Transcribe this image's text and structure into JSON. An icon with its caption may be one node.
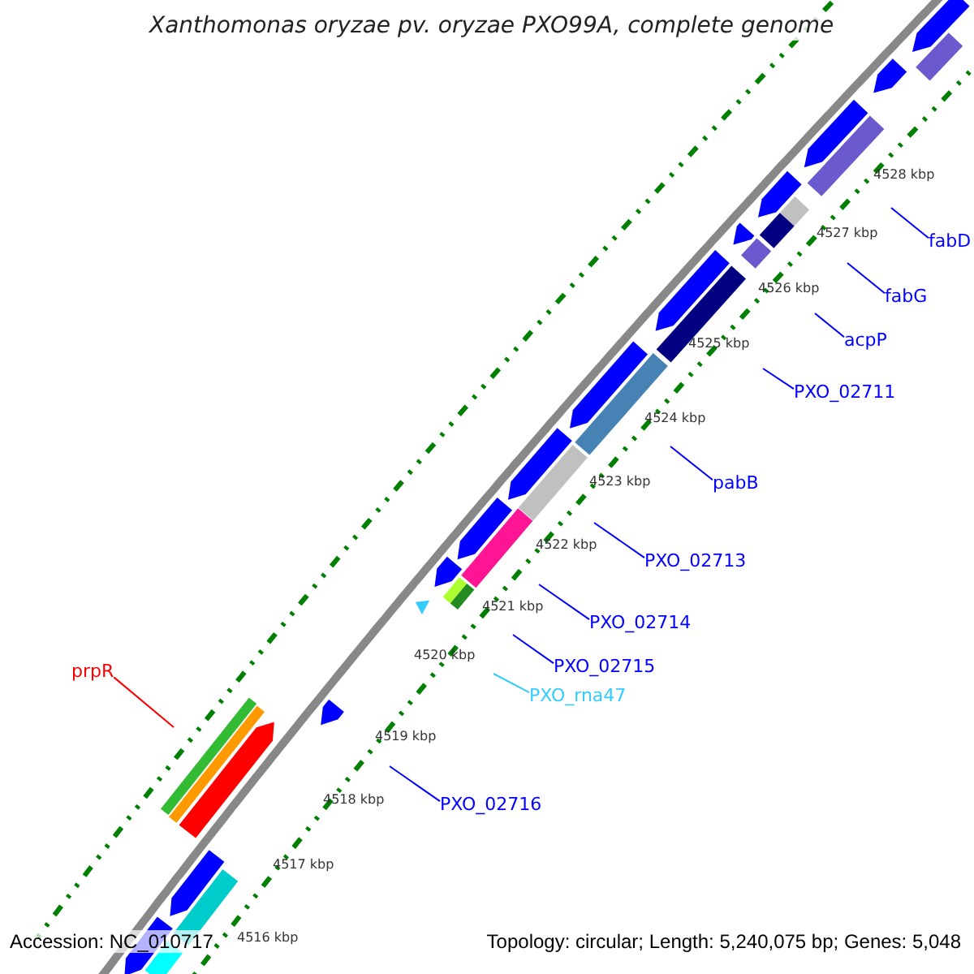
{
  "diagram": {
    "title": "Xanthomonas oryzae pv. oryzae PXO99A, complete genome",
    "nodes": [
      {
        "text": [
          "fabD"
        ]
      },
      {
        "text": [
          "fabG"
        ]
      },
      {
        "text": [
          "acpP"
        ]
      },
      {
        "text": [
          "PXO_02711"
        ]
      },
      {
        "text": [
          "pabB"
        ]
      },
      {
        "text": [
          "PXO_02713"
        ]
      },
      {
        "text": [
          "PXO_02714"
        ]
      },
      {
        "text": [
          "PXO_02715"
        ]
      },
      {
        "text": [
          "prpR"
        ]
      },
      {
        "text": [
          "PXO_rna47"
        ]
      },
      {
        "text": [
          "PXO_02716"
        ]
      }
    ],
    "edges": [
      {
        "from": 0,
        "to": null,
        "arrow": "none"
      },
      {
        "from": 1,
        "to": null,
        "arrow": "none"
      },
      {
        "from": 2,
        "to": null,
        "arrow": "none"
      },
      {
        "from": 3,
        "to": null,
        "arrow": "none"
      },
      {
        "from": 4,
        "to": null,
        "arrow": "none"
      },
      {
        "from": 5,
        "to": null,
        "arrow": "none"
      },
      {
        "from": 6,
        "to": null,
        "arrow": "none"
      },
      {
        "from": 7,
        "to": null,
        "arrow": "none"
      },
      {
        "from": 8,
        "to": null,
        "arrow": "none",
        "color": "#ff0000"
      },
      {
        "from": 9,
        "to": null,
        "arrow": "none",
        "color": "#33ccff"
      },
      {
        "from": 10,
        "to": null,
        "arrow": "none"
      }
    ],
    "labels": [
      "4528 kbp",
      "4527 kbp",
      "4526 kbp",
      "4525 kbp",
      "4524 kbp",
      "4523 kbp",
      "4522 kbp",
      "4521 kbp",
      "4520 kbp",
      "4519 kbp",
      "4518 kbp",
      "4517 kbp",
      "4516 kbp",
      "Accession: NC_010717",
      "Topology: circular; Length: 5,240,075 bp; Genes: 5,048"
    ]
  }
}
